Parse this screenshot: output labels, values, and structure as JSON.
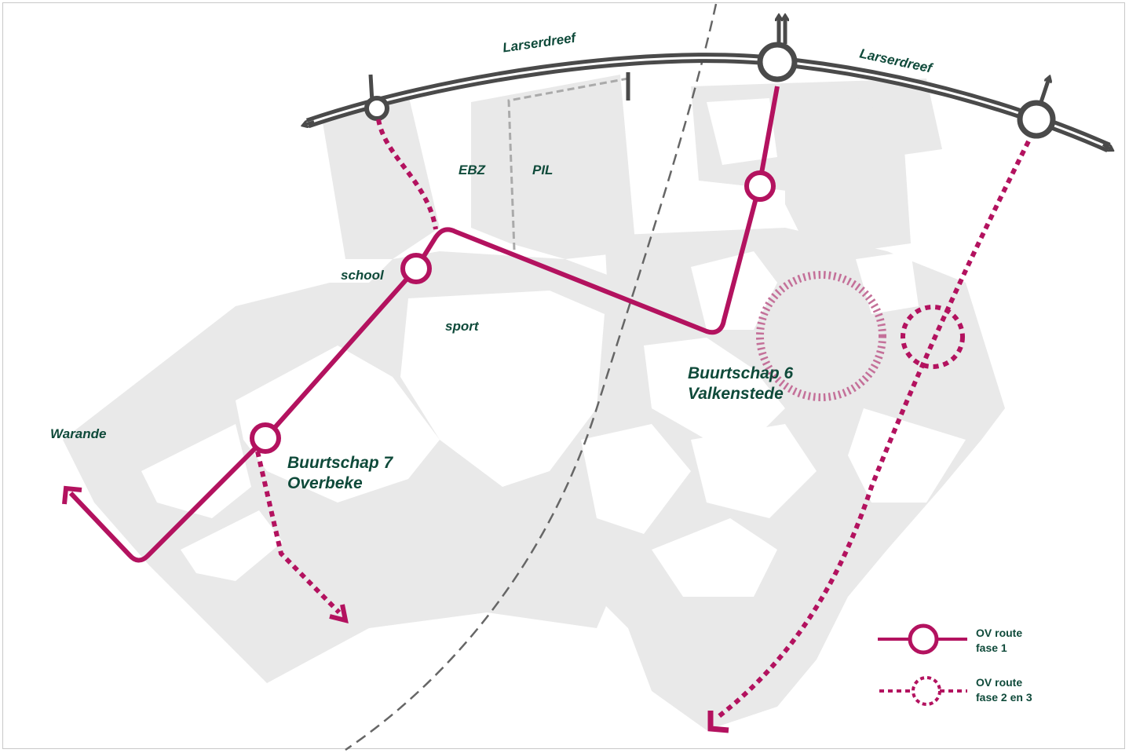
{
  "colors": {
    "route": "#b3125f",
    "road": "#4a4a4a",
    "blocks": "#e9e9e9",
    "text": "#0f4a3a",
    "rail": "#666666"
  },
  "roads": {
    "left_label": "Larserdreef",
    "right_label": "Larserdreef"
  },
  "places": {
    "ebz": "EBZ",
    "pil": "PIL",
    "school": "school",
    "sport": "sport",
    "warande": "Warande"
  },
  "neighbourhoods": {
    "b6_line1": "Buurtschap 6",
    "b6_line2": "Valkenstede",
    "b7_line1": "Buurtschap 7",
    "b7_line2": "Overbeke"
  },
  "legend": {
    "phase1_line1": "OV route",
    "phase1_line2": "fase 1",
    "phase23_line1": "OV route",
    "phase23_line2": "fase 2 en 3"
  }
}
